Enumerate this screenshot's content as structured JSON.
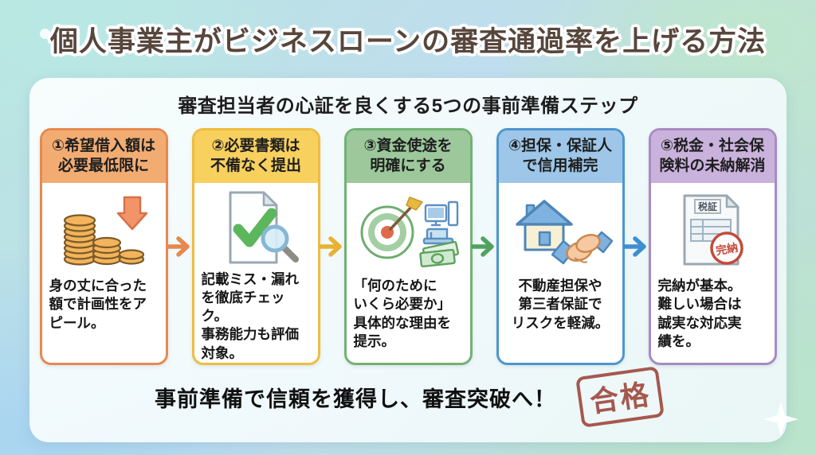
{
  "header": {
    "title": "個人事業主がビジネスローンの審査通過率を上げる方法",
    "title_color": "#57463C",
    "subtitle": "審査担当者の心証を良くする5つの事前準備ステップ"
  },
  "steps": [
    {
      "title": "①希望借入額は\n必要最低限に",
      "body": "身の丈に合った\n額で計画性をア\nピール。",
      "icon": "coins-decrease-icon",
      "colors": {
        "border": "#E6894E",
        "header_bg": "#F2AC72"
      }
    },
    {
      "title": "②必要書類は\n不備なく提出",
      "body": "記載ミス・漏れ\nを徹底チェック。\n事務能力も評価\n対象。",
      "icon": "document-check-icon",
      "colors": {
        "border": "#EFBD3E",
        "header_bg": "#F7D05E"
      }
    },
    {
      "title": "③資金使途を\n明確にする",
      "body": "「何のために\nいくら必要か」\n具体的な理由を\n提示。",
      "icon": "target-purpose-icon",
      "colors": {
        "border": "#72B274",
        "header_bg": "#9CC89C"
      }
    },
    {
      "title": "④担保・保証人\nで信用補完",
      "body": "不動産担保や\n第三者保証で\nリスクを軽減。",
      "icon": "house-handshake-icon",
      "colors": {
        "border": "#4D96CE",
        "header_bg": "#9DC6E8"
      }
    },
    {
      "title": "⑤税金・社会保\n険料の未納解消",
      "body": "完納が基本。\n難しい場合は\n誠実な対応実\n績を。",
      "icon": "tax-certificate-icon",
      "colors": {
        "border": "#A88BC2",
        "header_bg": "#C9B2DC"
      }
    }
  ],
  "arrows": [
    {
      "color": "#E6894E"
    },
    {
      "color": "#E7B232"
    },
    {
      "color": "#4FA25F"
    },
    {
      "color": "#3E8FD0"
    }
  ],
  "icon_labels": {
    "tax_doc_label": "税証",
    "paid_stamp": "完納"
  },
  "footer": {
    "message": "事前準備で信頼を獲得し、審査突破へ！",
    "stamp_label": "合格",
    "stamp_color": "#A5584E"
  }
}
